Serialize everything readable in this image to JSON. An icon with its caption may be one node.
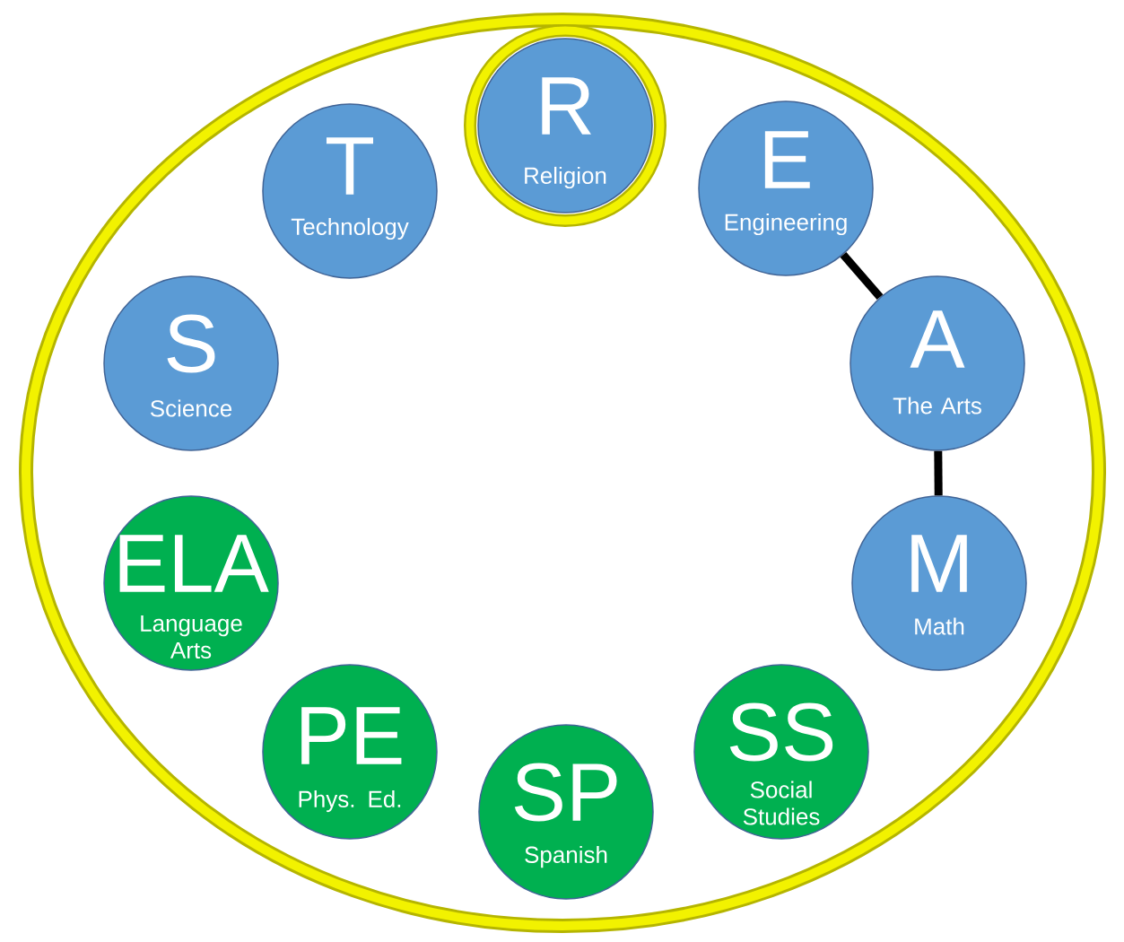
{
  "diagram": {
    "nodes": [
      {
        "text": [
          "R",
          "Religion"
        ]
      },
      {
        "text": [
          "T",
          "Technology"
        ]
      },
      {
        "text": [
          "E",
          "Engineering"
        ]
      },
      {
        "text": [
          "S",
          "Science"
        ]
      },
      {
        "text": [
          "A",
          "The Arts"
        ]
      },
      {
        "text": [
          "ELA",
          "Language Arts"
        ]
      },
      {
        "text": [
          "M",
          "Math"
        ]
      },
      {
        "text": [
          "PE",
          "Phys. Ed."
        ]
      },
      {
        "text": [
          "SS",
          "Social Studies"
        ]
      },
      {
        "text": [
          "SP",
          "Spanish"
        ]
      }
    ],
    "edges": [
      {
        "from": 2,
        "to": 4,
        "arrow": "none"
      },
      {
        "from": 4,
        "to": 6,
        "arrow": "none"
      }
    ]
  }
}
